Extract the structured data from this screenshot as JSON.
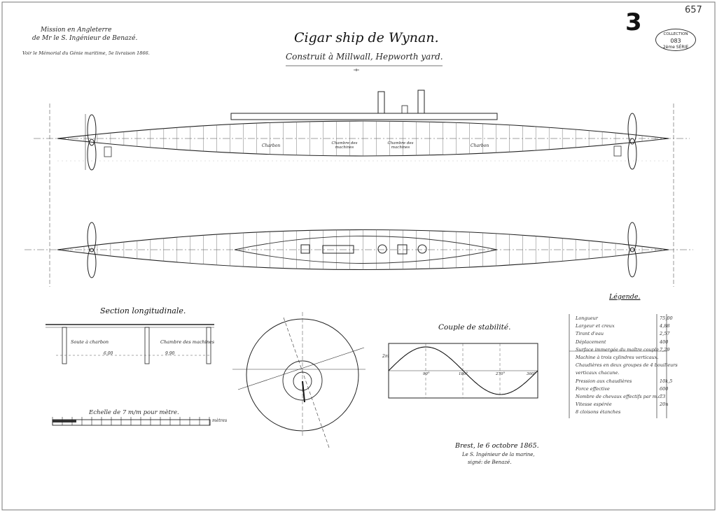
{
  "page_number": "657",
  "sheet_number": "3",
  "stamp": {
    "line1": "COLLECTION",
    "line2": "083",
    "line3": "2ème SÉRIE"
  },
  "header_left": {
    "line1": "Mission en Angleterre",
    "line2": "de Mr le S. Ingénieur de Benazé.",
    "line3": "Voir le Mémorial du Génie maritime, 5e livraison 1866."
  },
  "title": {
    "main": "Cigar ship de Wynan.",
    "sub": "Construit à Millwall, Hepworth yard."
  },
  "elevation_labels": {
    "charbon_left": "Charbon",
    "machines_left": "Chambre des machines",
    "machines_right": "Chambre des machines",
    "charbon_right": "Charbon"
  },
  "section": {
    "title": "Section longitudinale.",
    "soute": "Soute à charbon",
    "chambre": "Chambre des machines",
    "dim1": "6,00",
    "dim2": "9,90"
  },
  "scale": {
    "label": "Echelle de 7 m/m pour mètre.",
    "unit": "mètres"
  },
  "stability": {
    "title": "Couple de stabilité.",
    "ticks": [
      "90°",
      "180°",
      "270°",
      "360°"
    ],
    "y_label": "2m"
  },
  "legend": {
    "title": "Légende.",
    "rows": [
      {
        "label": "Longueur",
        "value": "75,00"
      },
      {
        "label": "Largeur et creux",
        "value": "4,88"
      },
      {
        "label": "Tirant d'eau",
        "value": "2,57"
      },
      {
        "label": "Déplacement",
        "value": "400"
      },
      {
        "label": "Surface immergée du maître couple",
        "value": "7,29"
      },
      {
        "label": "Machine à trois cylindres verticaux.",
        "value": ""
      },
      {
        "label": "Chaudières en deux groupes de 4 bouilleurs",
        "value": ""
      },
      {
        "label": "verticaux chacune.",
        "value": ""
      },
      {
        "label": "Pression aux chaudières",
        "value": "10k,5"
      },
      {
        "label": "Force effective",
        "value": "600"
      },
      {
        "label": "Nombre de chevaux effectifs par m.c.",
        "value": "73"
      },
      {
        "label": "Vitesse espérée",
        "value": "20n"
      },
      {
        "label": "8 cloisons étanches",
        "value": ""
      }
    ]
  },
  "signature": {
    "place_date": "Brest, le 6 octobre 1865.",
    "line2": "Le S. Ingénieur de la marine,",
    "line3": "signé: de Benazé."
  }
}
